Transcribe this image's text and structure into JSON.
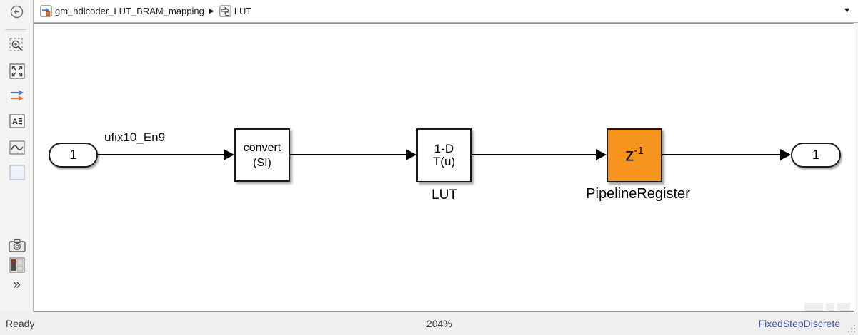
{
  "titlebar": {
    "model_name": "gm_hdlcoder_LUT_BRAM_mapping",
    "separator": "▶",
    "subsystem_name": "LUT",
    "dropdown_caret": "▼"
  },
  "palette": {
    "expand_label": "»"
  },
  "diagram": {
    "inport_label": "1",
    "signal_label": "ufix10_En9",
    "convert_line1": "convert",
    "convert_line2": "(SI)",
    "lut_line1": "1-D",
    "lut_line2": "T(u)",
    "lut_caption": "LUT",
    "delay_base": "z",
    "delay_exp": "-1",
    "delay_caption": "PipelineRegister",
    "delay_color": "#F7941D",
    "outport_label": "1"
  },
  "statusbar": {
    "status": "Ready",
    "zoom_level": "204%",
    "solver": "FixedStepDiscrete",
    "solver_color": "#4056A5"
  }
}
